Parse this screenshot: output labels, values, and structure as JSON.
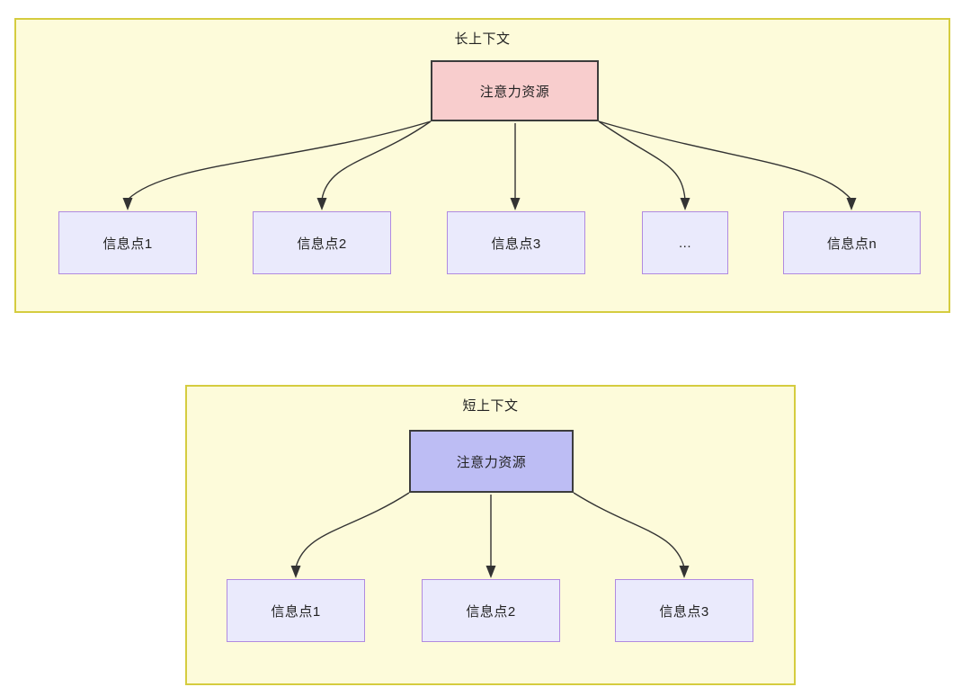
{
  "diagram": {
    "title_long": "长上下文",
    "title_short": "短上下文",
    "colors": {
      "panel_fill": "#fdfbda",
      "panel_border": "#d5cc3f",
      "attention_long_fill": "#f8cdcd",
      "attention_short_fill": "#bdbdf4",
      "node_border_dark": "#3c3c3c",
      "info_fill": "#eaeafc",
      "info_border": "#b08ae0",
      "edge_stroke": "#333333",
      "text": "#232323"
    }
  },
  "panels": {
    "long_context": {
      "title": "长上下文",
      "attention_node": {
        "label": "注意力资源"
      },
      "info_nodes": [
        {
          "label": "信息点1"
        },
        {
          "label": "信息点2"
        },
        {
          "label": "信息点3"
        },
        {
          "label": "..."
        },
        {
          "label": "信息点n"
        }
      ]
    },
    "short_context": {
      "title": "短上下文",
      "attention_node": {
        "label": "注意力资源"
      },
      "info_nodes": [
        {
          "label": "信息点1"
        },
        {
          "label": "信息点2"
        },
        {
          "label": "信息点3"
        }
      ]
    }
  }
}
